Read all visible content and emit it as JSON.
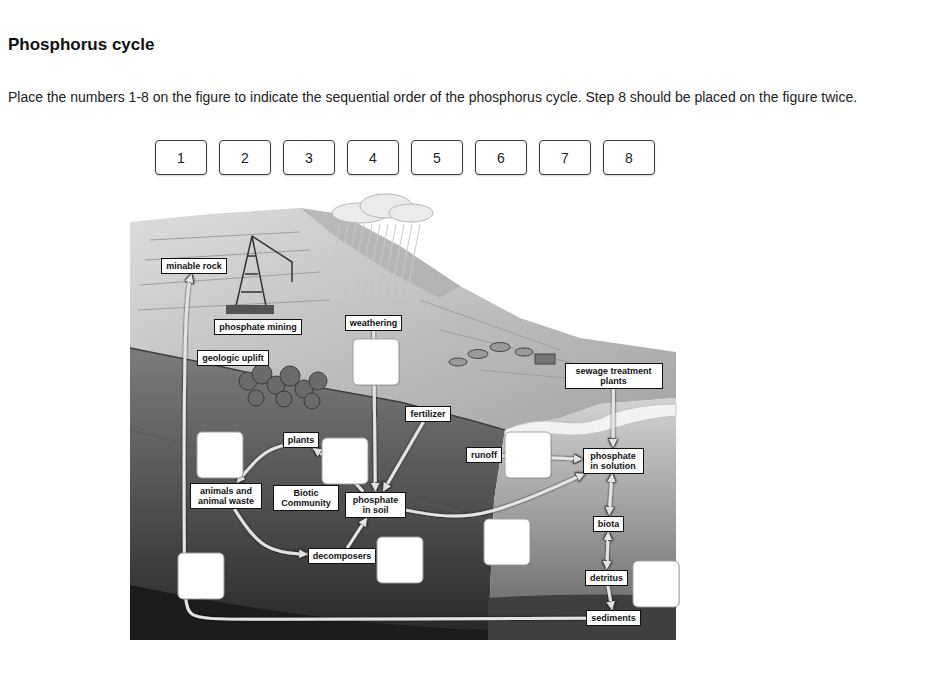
{
  "diagram": {
    "title": "Phosphorus cycle",
    "nodes": [
      {
        "text": [
          "1"
        ]
      },
      {
        "text": [
          "2"
        ]
      },
      {
        "text": [
          "3"
        ]
      },
      {
        "text": [
          "4"
        ]
      },
      {
        "text": [
          "5"
        ]
      },
      {
        "text": [
          "6"
        ]
      },
      {
        "text": [
          "7"
        ]
      },
      {
        "text": [
          "8"
        ]
      },
      {
        "text": [
          "minable rock"
        ]
      },
      {
        "text": [
          "phosphate mining"
        ]
      },
      {
        "text": [
          "weathering"
        ]
      },
      {
        "text": [
          "geologic uplift"
        ]
      },
      {
        "text": [
          "sewage treatment plants"
        ]
      },
      {
        "text": [
          "fertilizer"
        ]
      },
      {
        "text": [
          "plants"
        ]
      },
      {
        "text": [
          "runoff"
        ]
      },
      {
        "text": [
          "phosphate in solution"
        ]
      },
      {
        "text": [
          "animals and animal waste"
        ]
      },
      {
        "text": [
          "Biotic Community"
        ]
      },
      {
        "text": [
          "phosphate in soil"
        ]
      },
      {
        "text": [
          "biota"
        ]
      },
      {
        "text": [
          "decomposers"
        ]
      },
      {
        "text": [
          "detritus"
        ]
      },
      {
        "text": [
          "sediments"
        ]
      }
    ],
    "edges": [
      {
        "from": 10,
        "to": 19,
        "arrow": "to"
      },
      {
        "from": 13,
        "to": 19,
        "arrow": "to"
      },
      {
        "from": 19,
        "to": 14,
        "arrow": "to"
      },
      {
        "from": 14,
        "to": 17,
        "arrow": "to"
      },
      {
        "from": 17,
        "to": 21,
        "arrow": "to"
      },
      {
        "from": 21,
        "to": 19,
        "arrow": "to"
      },
      {
        "from": 19,
        "to": 16,
        "arrow": "to"
      },
      {
        "from": 15,
        "to": 16,
        "arrow": "to"
      },
      {
        "from": 12,
        "to": 16,
        "arrow": "to"
      },
      {
        "from": 16,
        "to": 20,
        "arrow": "both"
      },
      {
        "from": 20,
        "to": 22,
        "arrow": "both"
      },
      {
        "from": 22,
        "to": 23,
        "arrow": "to"
      },
      {
        "from": 23,
        "to": 8,
        "arrow": "to"
      }
    ],
    "labels": [
      "Place the numbers 1-8 on the figure to indicate the sequential order of the phosphorus cycle. Step 8 should be placed on the figure twice."
    ]
  }
}
